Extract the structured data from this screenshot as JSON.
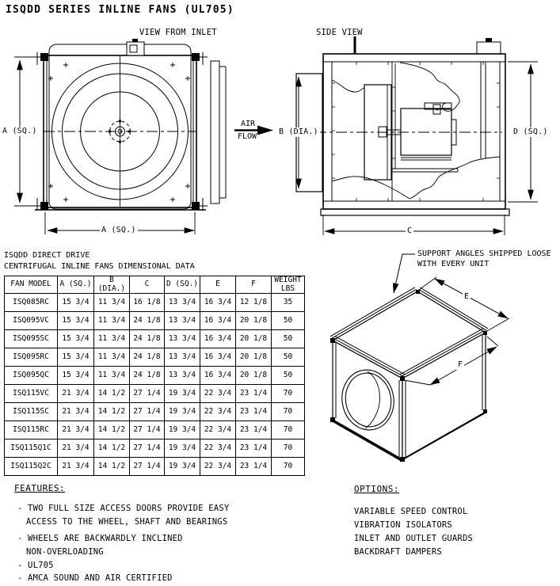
{
  "title": "ISQDD SERIES INLINE FANS (UL705)",
  "colors": {
    "ink": "#000000",
    "paper": "#ffffff"
  },
  "views": {
    "inlet": {
      "label": "VIEW FROM INLET",
      "dim_left": "A (SQ.)",
      "dim_bottom": "A (SQ.)",
      "airflow_line1": "AIR",
      "airflow_line2": "FLOW"
    },
    "side": {
      "label": "SIDE VIEW",
      "dim_left": "B (DIA.)",
      "dim_right": "D (SQ.)",
      "dim_bottom": "C"
    },
    "iso": {
      "note_line1": "SUPPORT ANGLES SHIPPED LOOSE",
      "note_line2": "WITH EVERY UNIT",
      "dim_e": "E",
      "dim_f": "F"
    }
  },
  "table": {
    "title_line1": "ISQDD DIRECT DRIVE",
    "title_line2": "CENTRIFUGAL INLINE FANS DIMENSIONAL DATA",
    "headers": [
      "FAN MODEL",
      "A (SQ.)",
      "B (DIA.)",
      "C",
      "D (SQ.)",
      "E",
      "F",
      "WEIGHT LBS"
    ],
    "rows": [
      [
        "ISQ085RC",
        "15 3/4",
        "11 3/4",
        "16 1/8",
        "13 3/4",
        "16 3/4",
        "12 1/8",
        "35"
      ],
      [
        "ISQ095VC",
        "15 3/4",
        "11 3/4",
        "24 1/8",
        "13 3/4",
        "16 3/4",
        "20 1/8",
        "50"
      ],
      [
        "ISQ095SC",
        "15 3/4",
        "11 3/4",
        "24 1/8",
        "13 3/4",
        "16 3/4",
        "20 1/8",
        "50"
      ],
      [
        "ISQ095RC",
        "15 3/4",
        "11 3/4",
        "24 1/8",
        "13 3/4",
        "16 3/4",
        "20 1/8",
        "50"
      ],
      [
        "ISQ095QC",
        "15 3/4",
        "11 3/4",
        "24 1/8",
        "13 3/4",
        "16 3/4",
        "20 1/8",
        "50"
      ],
      [
        "ISQ115VC",
        "21 3/4",
        "14 1/2",
        "27 1/4",
        "19 3/4",
        "22 3/4",
        "23 1/4",
        "70"
      ],
      [
        "ISQ115SC",
        "21 3/4",
        "14 1/2",
        "27 1/4",
        "19 3/4",
        "22 3/4",
        "23 1/4",
        "70"
      ],
      [
        "ISQ115RC",
        "21 3/4",
        "14 1/2",
        "27 1/4",
        "19 3/4",
        "22 3/4",
        "23 1/4",
        "70"
      ],
      [
        "ISQ115Q1C",
        "21 3/4",
        "14 1/2",
        "27 1/4",
        "19 3/4",
        "22 3/4",
        "23 1/4",
        "70"
      ],
      [
        "ISQ115Q2C",
        "21 3/4",
        "14 1/2",
        "27 1/4",
        "19 3/4",
        "22 3/4",
        "23 1/4",
        "70"
      ]
    ]
  },
  "features": {
    "heading": "FEATURES:",
    "lines": [
      "- TWO FULL SIZE ACCESS DOORS PROVIDE EASY",
      "ACCESS TO THE WHEEL, SHAFT AND BEARINGS",
      "- WHEELS ARE BACKWARDLY INCLINED",
      "NON-OVERLOADING",
      "- UL705",
      "- AMCA SOUND AND AIR CERTIFIED"
    ]
  },
  "options": {
    "heading": "OPTIONS:",
    "items": [
      "VARIABLE SPEED CONTROL",
      "VIBRATION ISOLATORS",
      "INLET AND OUTLET GUARDS",
      "BACKDRAFT DAMPERS"
    ]
  }
}
